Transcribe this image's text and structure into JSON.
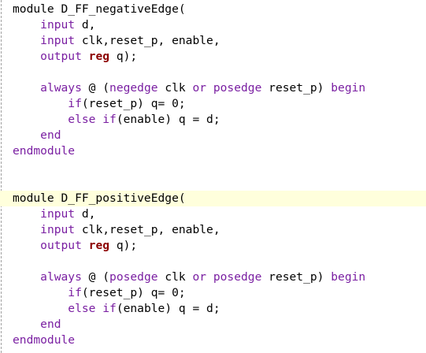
{
  "editor": {
    "colors": {
      "keyword": "#7a1fa2",
      "type_reg": "#8b0000",
      "text": "#000000",
      "current_line": "#ffffdc"
    },
    "current_line_index": 12,
    "lines": [
      [
        {
          "t": "module D_FF_negativeEdge(",
          "c": "text"
        }
      ],
      [
        {
          "t": "    ",
          "c": "text"
        },
        {
          "t": "input",
          "c": "kw"
        },
        {
          "t": " d,",
          "c": "text"
        }
      ],
      [
        {
          "t": "    ",
          "c": "text"
        },
        {
          "t": "input",
          "c": "kw"
        },
        {
          "t": " clk,reset_p, enable,",
          "c": "text"
        }
      ],
      [
        {
          "t": "    ",
          "c": "text"
        },
        {
          "t": "output",
          "c": "kw"
        },
        {
          "t": " ",
          "c": "text"
        },
        {
          "t": "reg",
          "c": "reg"
        },
        {
          "t": " q);",
          "c": "text"
        }
      ],
      [
        {
          "t": "",
          "c": "text"
        }
      ],
      [
        {
          "t": "    ",
          "c": "text"
        },
        {
          "t": "always",
          "c": "kw"
        },
        {
          "t": " @ (",
          "c": "text"
        },
        {
          "t": "negedge",
          "c": "kw"
        },
        {
          "t": " clk ",
          "c": "text"
        },
        {
          "t": "or",
          "c": "kw"
        },
        {
          "t": " ",
          "c": "text"
        },
        {
          "t": "posedge",
          "c": "kw"
        },
        {
          "t": " reset_p) ",
          "c": "text"
        },
        {
          "t": "begin",
          "c": "kw"
        }
      ],
      [
        {
          "t": "        ",
          "c": "text"
        },
        {
          "t": "if",
          "c": "kw"
        },
        {
          "t": "(reset_p) q= 0;",
          "c": "text"
        }
      ],
      [
        {
          "t": "        ",
          "c": "text"
        },
        {
          "t": "else",
          "c": "kw"
        },
        {
          "t": " ",
          "c": "text"
        },
        {
          "t": "if",
          "c": "kw"
        },
        {
          "t": "(enable) q = d;",
          "c": "text"
        }
      ],
      [
        {
          "t": "    ",
          "c": "text"
        },
        {
          "t": "end",
          "c": "kw"
        }
      ],
      [
        {
          "t": "endmodule",
          "c": "kw"
        }
      ],
      [
        {
          "t": "",
          "c": "text"
        }
      ],
      [
        {
          "t": "",
          "c": "text"
        }
      ],
      [
        {
          "t": "module D_FF_positiveEdge(",
          "c": "text"
        }
      ],
      [
        {
          "t": "    ",
          "c": "text"
        },
        {
          "t": "input",
          "c": "kw"
        },
        {
          "t": " d,",
          "c": "text"
        }
      ],
      [
        {
          "t": "    ",
          "c": "text"
        },
        {
          "t": "input",
          "c": "kw"
        },
        {
          "t": " clk,reset_p, enable,",
          "c": "text"
        }
      ],
      [
        {
          "t": "    ",
          "c": "text"
        },
        {
          "t": "output",
          "c": "kw"
        },
        {
          "t": " ",
          "c": "text"
        },
        {
          "t": "reg",
          "c": "reg"
        },
        {
          "t": " q);",
          "c": "text"
        }
      ],
      [
        {
          "t": "",
          "c": "text"
        }
      ],
      [
        {
          "t": "    ",
          "c": "text"
        },
        {
          "t": "always",
          "c": "kw"
        },
        {
          "t": " @ (",
          "c": "text"
        },
        {
          "t": "posedge",
          "c": "kw"
        },
        {
          "t": " clk ",
          "c": "text"
        },
        {
          "t": "or",
          "c": "kw"
        },
        {
          "t": " ",
          "c": "text"
        },
        {
          "t": "posedge",
          "c": "kw"
        },
        {
          "t": " reset_p) ",
          "c": "text"
        },
        {
          "t": "begin",
          "c": "kw"
        }
      ],
      [
        {
          "t": "        ",
          "c": "text"
        },
        {
          "t": "if",
          "c": "kw"
        },
        {
          "t": "(reset_p) q= 0;",
          "c": "text"
        }
      ],
      [
        {
          "t": "        ",
          "c": "text"
        },
        {
          "t": "else",
          "c": "kw"
        },
        {
          "t": " ",
          "c": "text"
        },
        {
          "t": "if",
          "c": "kw"
        },
        {
          "t": "(enable) q = d;",
          "c": "text"
        }
      ],
      [
        {
          "t": "    ",
          "c": "text"
        },
        {
          "t": "end",
          "c": "kw"
        }
      ],
      [
        {
          "t": "endmodule",
          "c": "kw"
        }
      ]
    ]
  }
}
